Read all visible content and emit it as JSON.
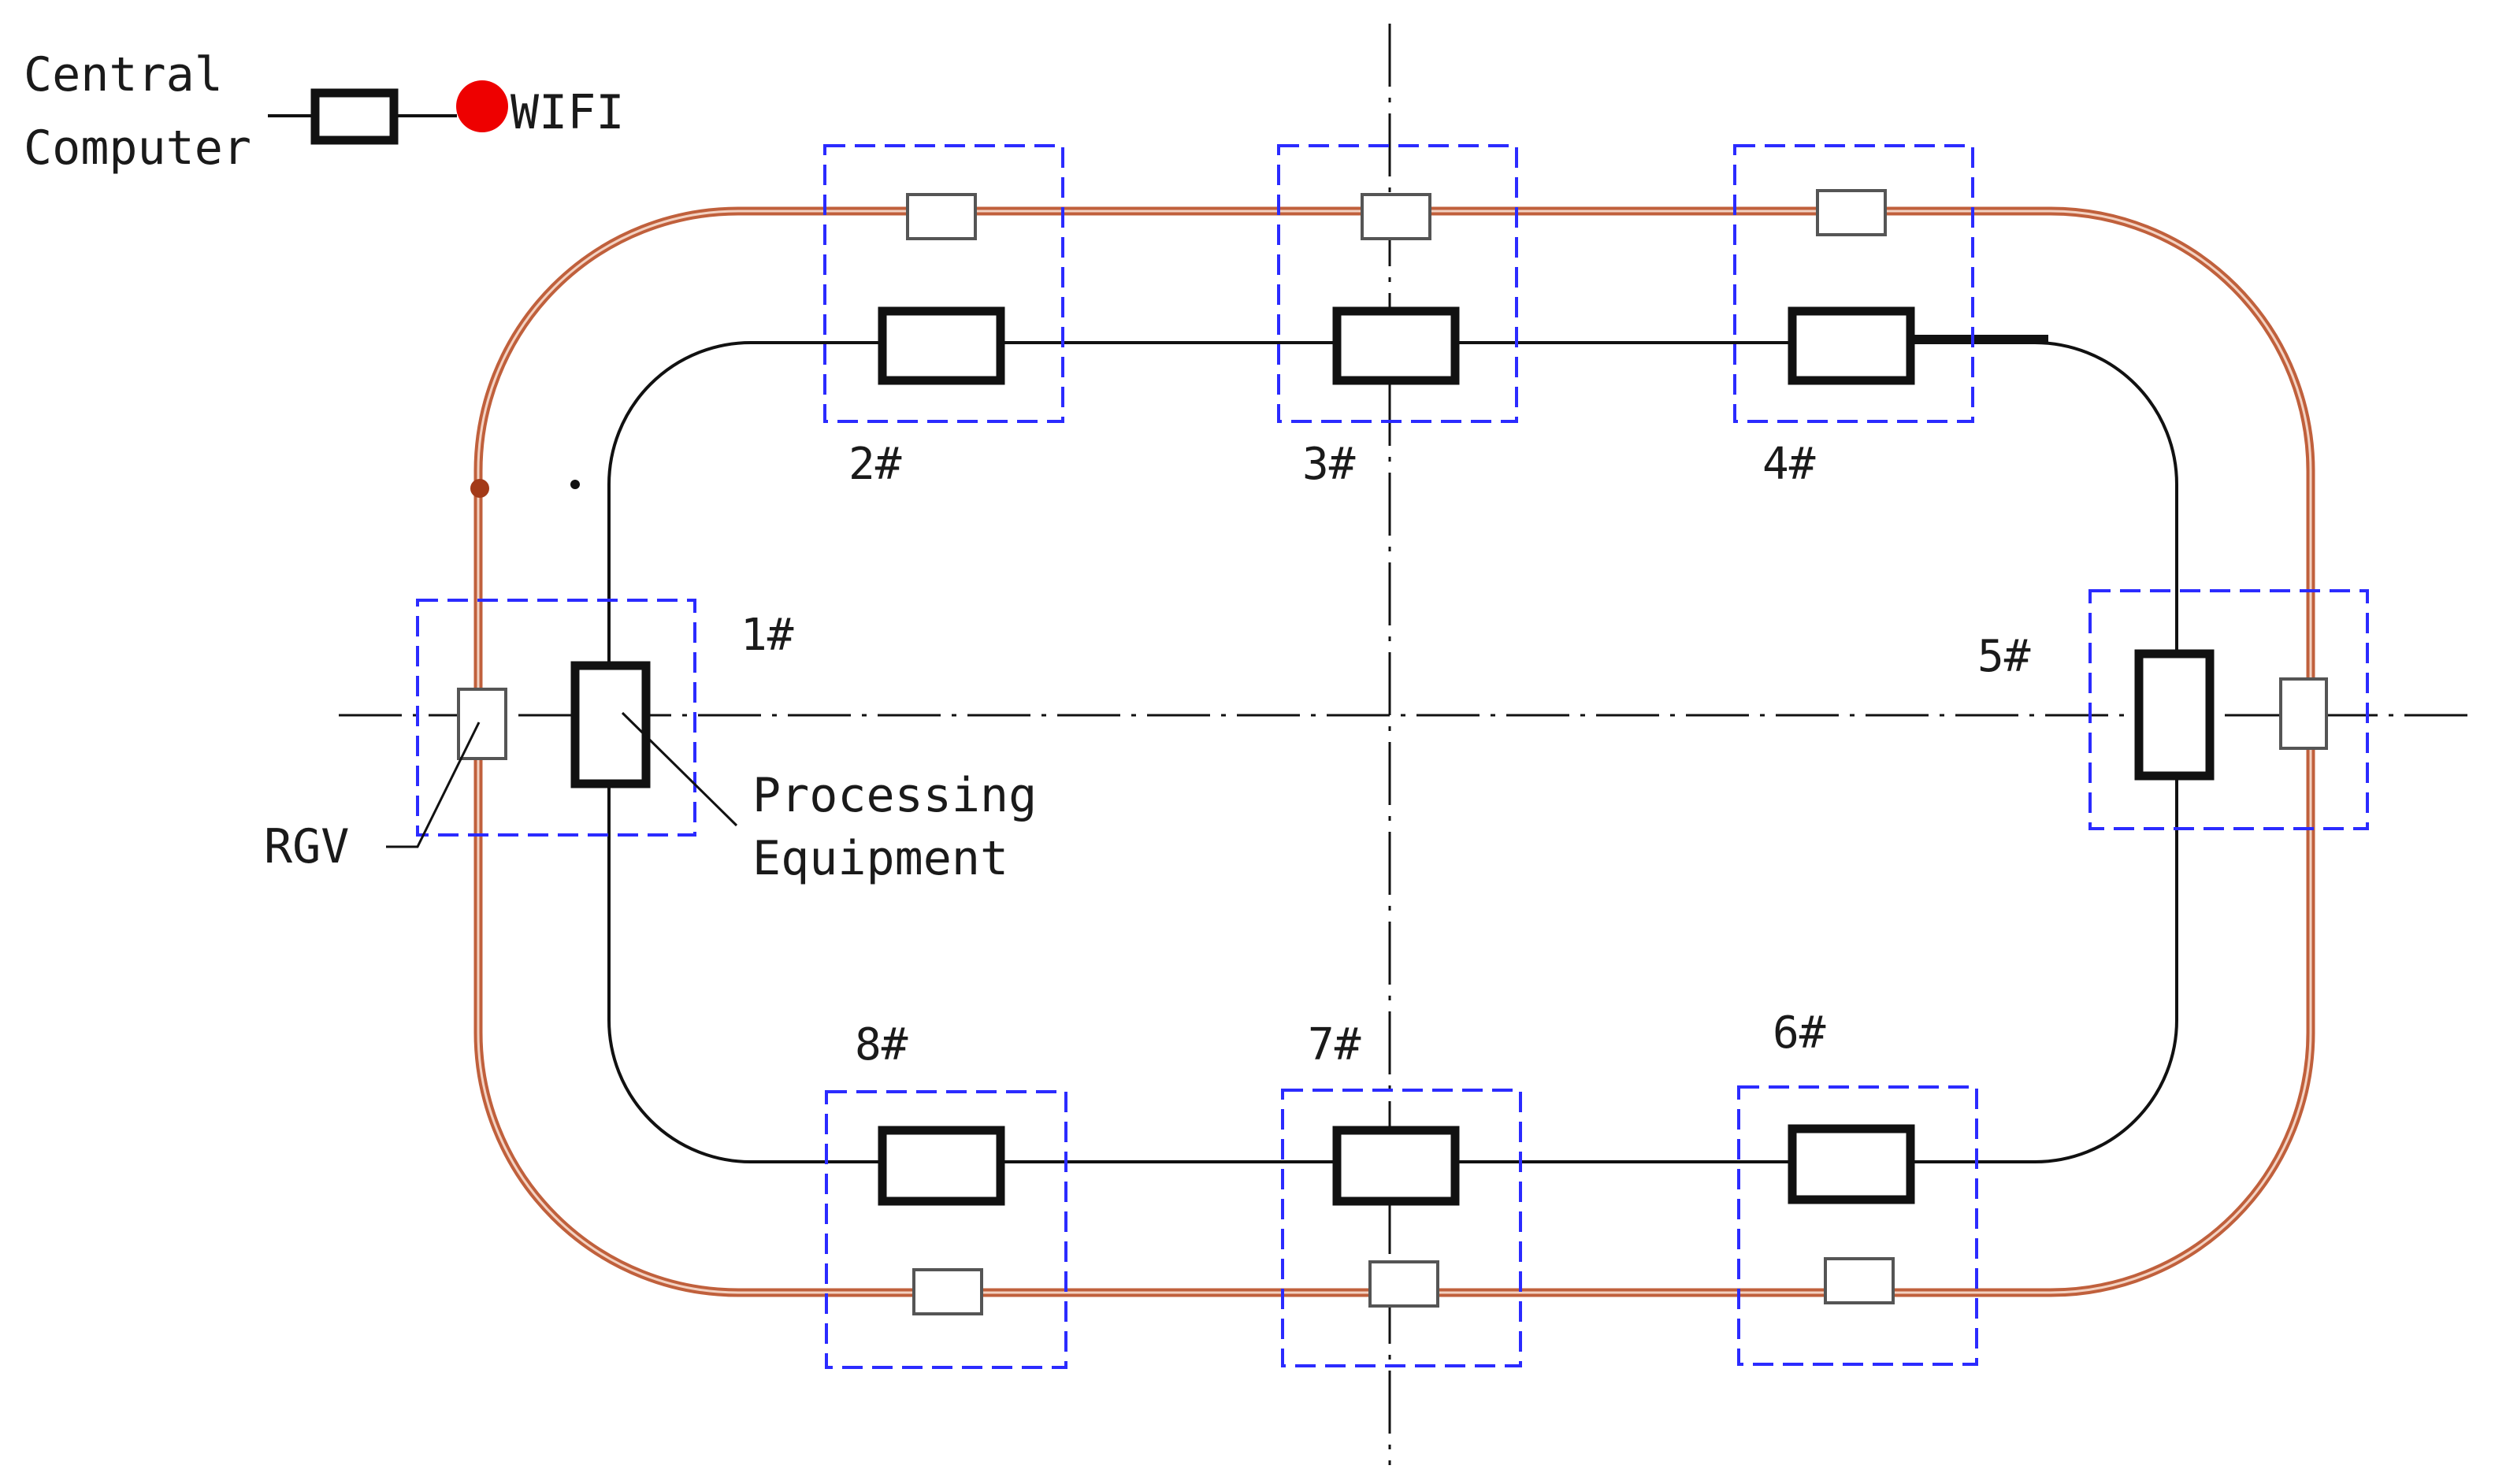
{
  "legend": {
    "central_computer_line1": "Central",
    "central_computer_line2": "Computer",
    "wifi_label": "WIFI"
  },
  "labels": {
    "rgv": "RGV",
    "processing_equipment_line1": "Processing",
    "processing_equipment_line2": "Equipment"
  },
  "stations": [
    {
      "id": "1",
      "label": "1#"
    },
    {
      "id": "2",
      "label": "2#"
    },
    {
      "id": "3",
      "label": "3#"
    },
    {
      "id": "4",
      "label": "4#"
    },
    {
      "id": "5",
      "label": "5#"
    },
    {
      "id": "6",
      "label": "6#"
    },
    {
      "id": "7",
      "label": "7#"
    },
    {
      "id": "8",
      "label": "8#"
    }
  ],
  "colors": {
    "rail": "#c0603c",
    "station_box": "#2b2bff",
    "wifi": "#ee0000",
    "line": "#111111"
  }
}
